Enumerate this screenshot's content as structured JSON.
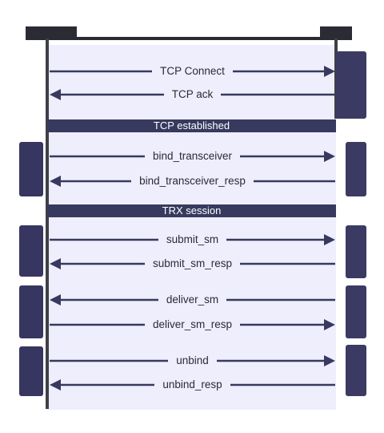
{
  "colors": {
    "panel": "#eeeefc",
    "arrow": "#373a5e",
    "bar": "#373a5e",
    "activation": "#363660",
    "lifeline": "#3f3f47",
    "text": "#2a2a38"
  },
  "messages": [
    {
      "label": "TCP Connect",
      "direction": "right"
    },
    {
      "label": "TCP ack",
      "direction": "left"
    },
    {
      "label": "bind_transceiver",
      "direction": "right"
    },
    {
      "label": "bind_transceiver_resp",
      "direction": "left"
    },
    {
      "label": "submit_sm",
      "direction": "right"
    },
    {
      "label": "submit_sm_resp",
      "direction": "left"
    },
    {
      "label": "deliver_sm",
      "direction": "left"
    },
    {
      "label": "deliver_sm_resp",
      "direction": "right"
    },
    {
      "label": "unbind",
      "direction": "right"
    },
    {
      "label": "unbind_resp",
      "direction": "left"
    }
  ],
  "sections": {
    "tcp_established": "TCP established",
    "trx_session": "TRX session"
  }
}
